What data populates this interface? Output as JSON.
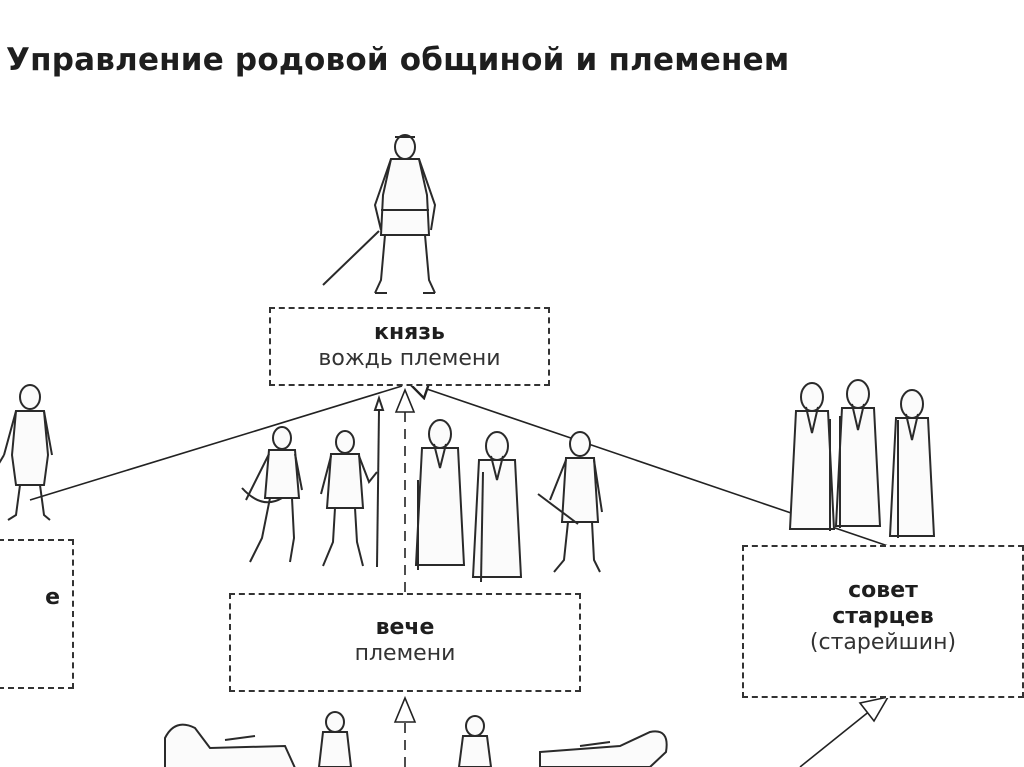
{
  "title": "Управление родовой общиной и племенем",
  "nodes": {
    "prince": {
      "main": "князь",
      "sub": "вождь племени"
    },
    "veche": {
      "main": "вече",
      "sub": "племени"
    },
    "council": {
      "main1": "совет",
      "main2": "старцев",
      "sub": "(старейшин)"
    },
    "left": {
      "main": "е"
    }
  },
  "icons": [
    "warrior-figure",
    "elder-figure",
    "rider-figure",
    "horse-figure"
  ]
}
